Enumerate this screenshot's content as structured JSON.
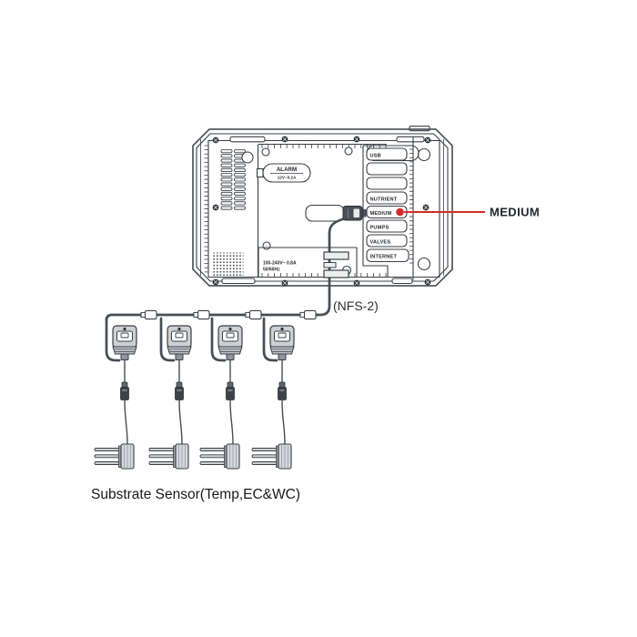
{
  "device": {
    "model_label": "(NFS-2)",
    "alarm": {
      "title": "ALARM",
      "rating": "12V~0.2A"
    },
    "power": {
      "line1": "100-240V~ 0.8A",
      "line2": "50/60Hz"
    },
    "ports": [
      "USB",
      "",
      "",
      "NUTRIENT",
      "MEDIUM",
      "PUMPS",
      "VALVES",
      "INTERNET"
    ]
  },
  "callout": {
    "label": "MEDIUM",
    "color": "#cf2d28"
  },
  "sensor_caption": "Substrate Sensor(Temp,EC&WC)",
  "sensor_count": 4,
  "colors": {
    "line": "#3a3f45",
    "cable": "#474d55"
  }
}
